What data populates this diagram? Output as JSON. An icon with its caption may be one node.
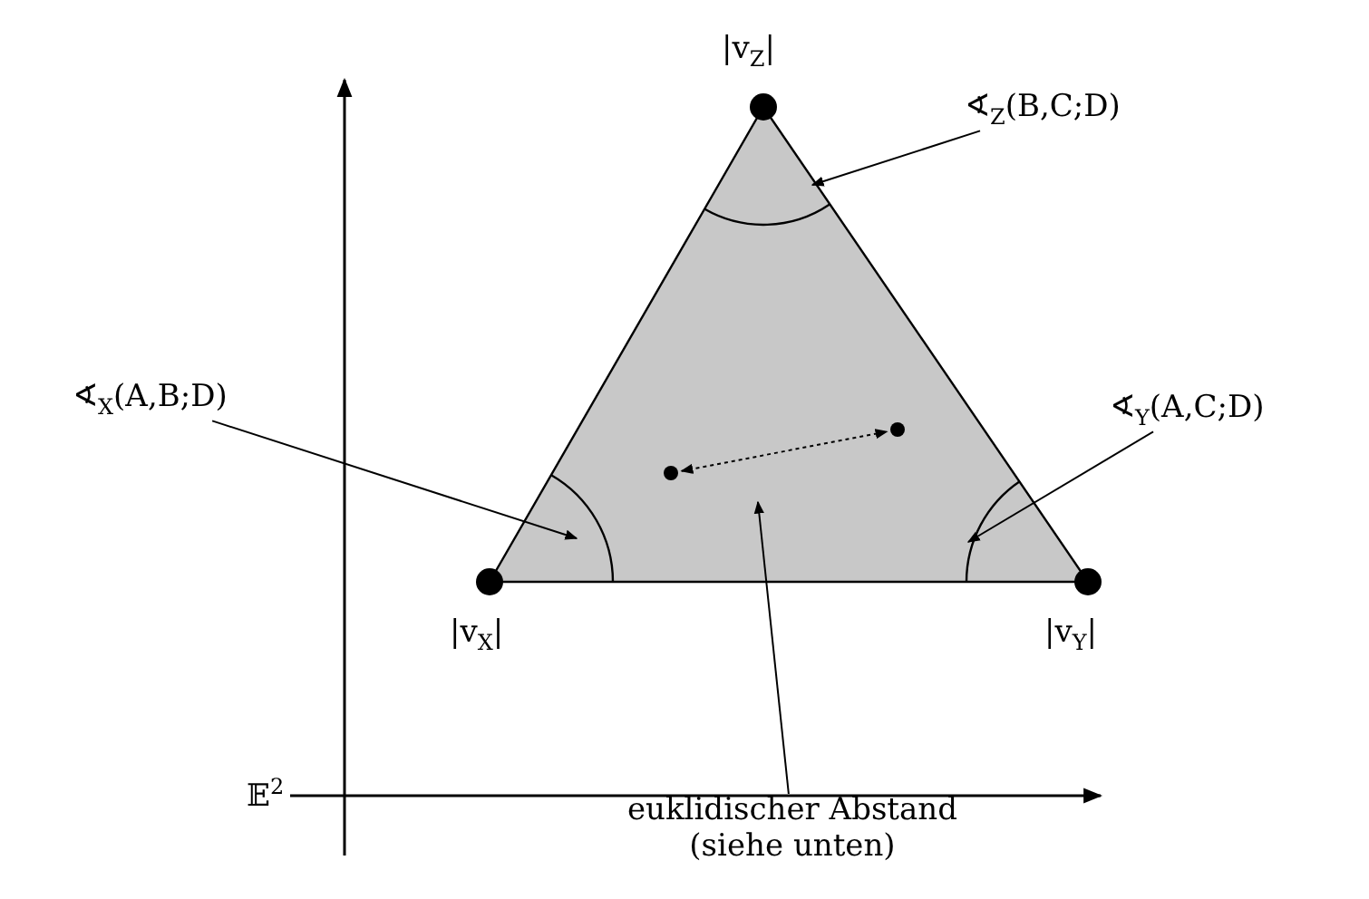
{
  "diagram": {
    "nodes": [
      {
        "text": [
          "∢$_{X}$(A,B;D)"
        ]
      },
      {
        "text": [
          "∢$_{Z}$(B,C;D)"
        ]
      },
      {
        "text": [
          "∢$_{Y}$(A,C;D)"
        ]
      },
      {
        "text": [
          "euklidischer Abstand (siehe unten)"
        ]
      },
      {
        "text": [],
        "shape": "arc"
      },
      {
        "text": [],
        "shape": "arc"
      },
      {
        "text": [],
        "shape": "arc"
      },
      {
        "text": [],
        "shape": "circle"
      },
      {
        "text": [],
        "shape": "circle"
      }
    ],
    "edges": [
      {
        "from": 0,
        "to": 4,
        "arrow": "to"
      },
      {
        "from": 1,
        "to": 5,
        "arrow": "to"
      },
      {
        "from": 2,
        "to": 6,
        "arrow": "to"
      },
      {
        "from": 7,
        "to": 8,
        "arrow": "both",
        "style": "dashed"
      },
      {
        "from": 3,
        "to": null,
        "arrow": "to"
      }
    ],
    "labels": [
      "|v$_{Z}$|",
      "|v$_{X}$|",
      "|v$_{Y}$|",
      "𝔼$^{2}$"
    ]
  }
}
